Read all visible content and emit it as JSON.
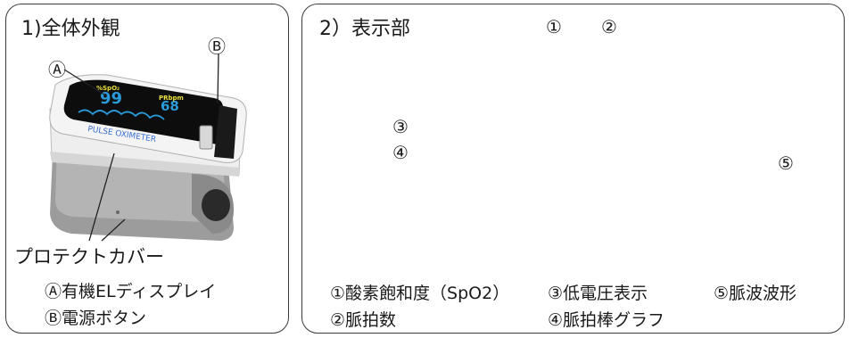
{
  "panel1": {
    "title": "1)全体外観",
    "marker_a": "Ⓐ",
    "marker_b": "Ⓑ",
    "cover_label": "プロテクトカバー",
    "legend_a": "Ⓐ有機ELディスプレイ",
    "legend_b": "Ⓑ電源ボタン"
  },
  "panel2": {
    "title": "2）表示部",
    "c1": "①",
    "c2": "②",
    "c3": "③",
    "c4": "④",
    "c5": "⑤",
    "legend_1": "①酸素飽和度（SpO2）",
    "legend_2": "②脈拍数",
    "legend_3": "③低電圧表示",
    "legend_4": "④脈拍棒グラフ",
    "legend_5": "⑤脈波波形"
  },
  "device": {
    "spo2_label": "%SpO₂",
    "pr_label": "PRbpm",
    "spo2_value": "99",
    "pr_value": "68",
    "brand": "PULSE OXIMETER"
  },
  "colors": {
    "spo2": "#e8e040",
    "value": "#2a9ad8",
    "brand": "#3a6fd0"
  }
}
